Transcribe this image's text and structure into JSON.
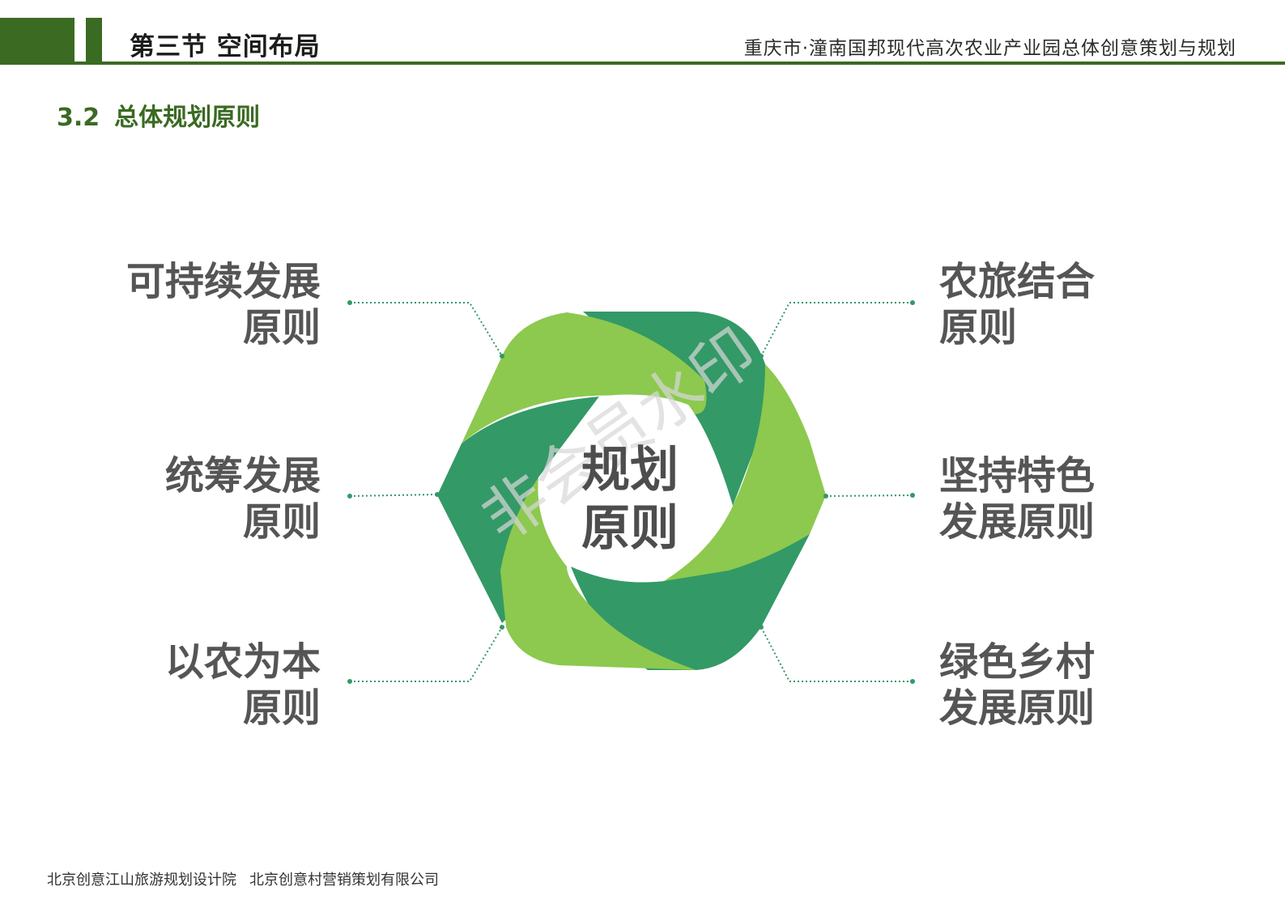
{
  "header": {
    "section_title": "第三节  空间布局",
    "doc_title": "重庆市·潼南国邦现代高次农业产业园总体创意策划与规划"
  },
  "subsection": {
    "number": "3.2",
    "title": "总体规划原则"
  },
  "center": {
    "line1": "规划",
    "line2": "原则"
  },
  "principles": {
    "left_top": {
      "line1": "可持续发展",
      "line2": "原则"
    },
    "left_mid": {
      "line1": "统筹发展",
      "line2": "原则"
    },
    "left_bottom": {
      "line1": "以农为本",
      "line2": "原则"
    },
    "right_top": {
      "line1": "农旅结合",
      "line2": "原则"
    },
    "right_mid": {
      "line1": "坚持特色",
      "line2": "发展原则"
    },
    "right_bottom": {
      "line1": "绿色乡村",
      "line2": "发展原则"
    }
  },
  "footer": {
    "org1": "北京创意江山旅游规划设计院",
    "org2": "北京创意村营销策划有限公司"
  },
  "colors": {
    "header_green": "#3b6a22",
    "light_green": "#8cc94e",
    "dark_green": "#339966",
    "text_gray": "#555555"
  }
}
